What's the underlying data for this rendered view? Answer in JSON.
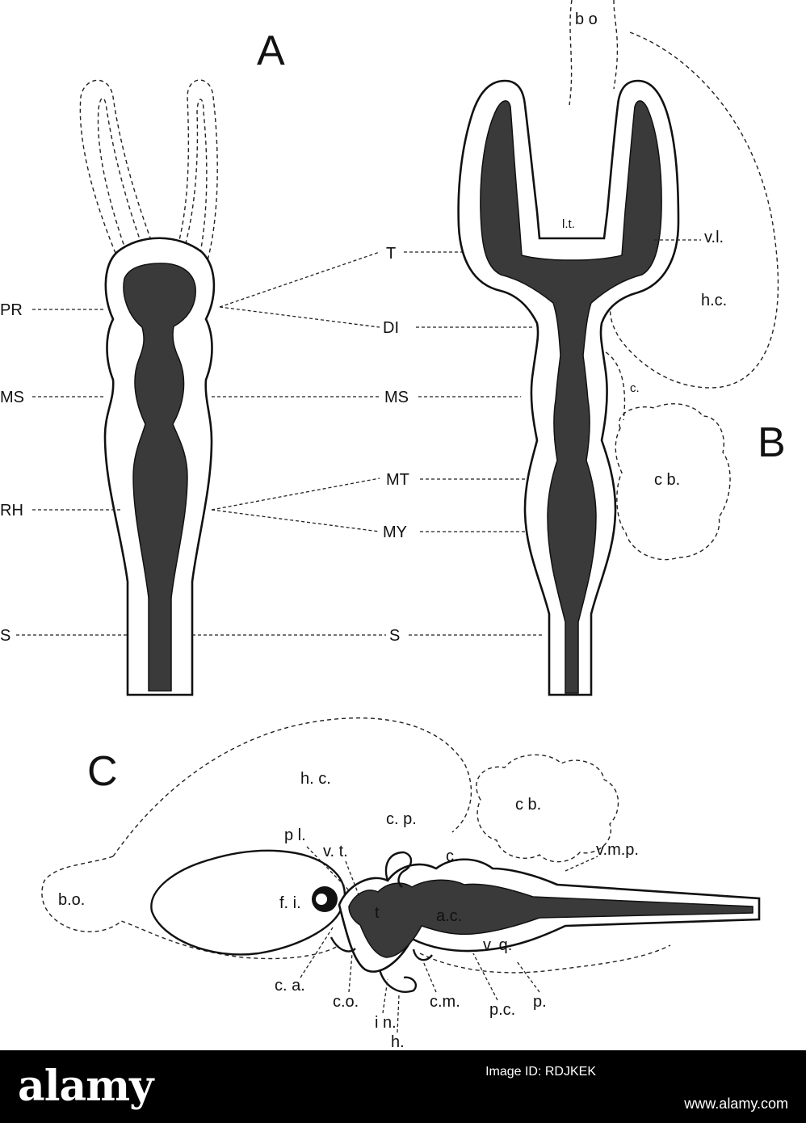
{
  "panels": {
    "a": "A",
    "b": "B",
    "c": "C"
  },
  "panel_a_labels": {
    "pr": "PR",
    "ms": "MS",
    "rh": "RH",
    "s": "S"
  },
  "center_labels": {
    "t": "T",
    "di": "DI",
    "ms": "MS",
    "mt": "MT",
    "my": "MY",
    "s": "S"
  },
  "panel_b_labels": {
    "bo": "b o",
    "lt": "l.t.",
    "vl": "v.l.",
    "hc": "h.c.",
    "c": "c.",
    "cb": "c b."
  },
  "panel_c_labels": {
    "hc": "h. c.",
    "cp": "c. p.",
    "cb": "c b.",
    "pl": "p l.",
    "vt": "v. t.",
    "c": "c.",
    "vmp": "v.m.p.",
    "bo": "b.o.",
    "fi": "f. i.",
    "t": "t",
    "ac": "a.c.",
    "vq": "v. q.",
    "ca": "c. a.",
    "co": "c.o.",
    "cm": "c.m.",
    "pc": "p.c.",
    "p": "p.",
    "in": "i n.",
    "h": "h."
  },
  "footer": {
    "brand": "alamy",
    "image_id_label": "Image ID: RDJKEK",
    "image_id_value": "",
    "url": "www.alamy.com"
  }
}
